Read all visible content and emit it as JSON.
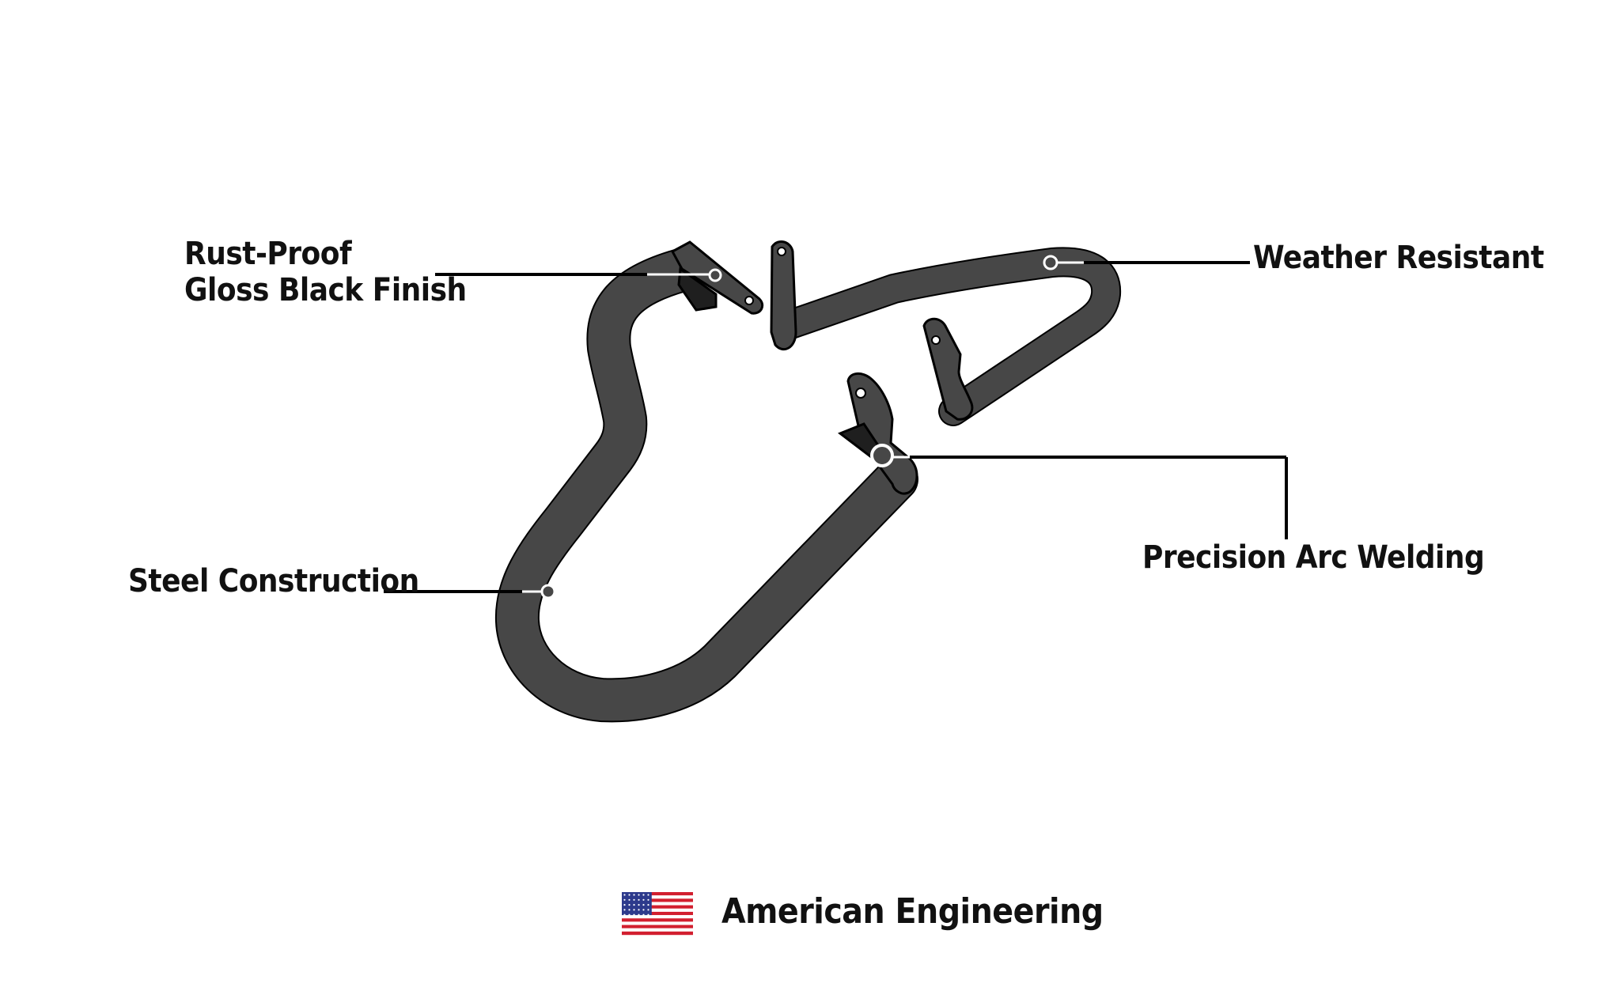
{
  "callouts": {
    "rust_proof_line1": "Rust-Proof",
    "rust_proof_line2": "Gloss Black Finish",
    "weather_resistant": "Weather Resistant",
    "steel_construction": "Steel Construction",
    "precision_welding": "Precision Arc Welding"
  },
  "footer": {
    "origin_label": "American Engineering",
    "flag_icon": "us-flag-icon"
  },
  "colors": {
    "tube_fill": "#474747",
    "outline": "#000000",
    "flag_red": "#d21f2f",
    "flag_blue": "#2d3a8c"
  }
}
